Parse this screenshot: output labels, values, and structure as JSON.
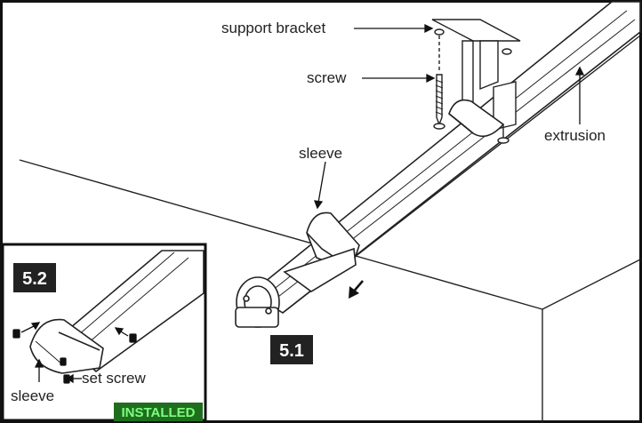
{
  "labels": {
    "support_bracket": "support bracket",
    "screw": "screw",
    "extrusion": "extrusion",
    "sleeve_main": "sleeve",
    "sleeve_inset": "sleeve",
    "set_screw": "set screw"
  },
  "badges": {
    "step_main": "5.1",
    "step_inset": "5.2",
    "status": "INSTALLED"
  },
  "colors": {
    "frame": "#111111",
    "badge_bg": "#222222",
    "installed_bg": "#1e6e1e",
    "installed_text": "#7dff7d"
  }
}
